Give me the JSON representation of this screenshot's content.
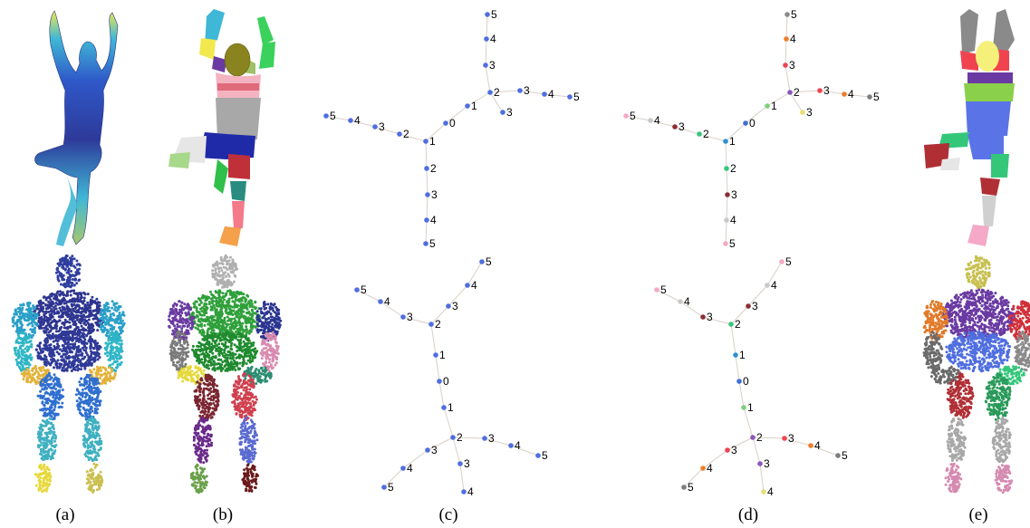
{
  "captions": {
    "a": "(a)",
    "b": "(b)",
    "c": "(c)",
    "d": "(d)",
    "e": "(e)"
  },
  "colors": {
    "base_blue": "#4f6ee0",
    "edge": "#d9d0c7",
    "body_dark": "#2e3a9a",
    "cyan": "#3fb7d6",
    "yellow": "#f2e94e",
    "olive": "#7f7a12",
    "gray": "#9a9a9a",
    "pink": "#f4a9b8",
    "red": "#c0303a",
    "green": "#3ad15c",
    "purple": "#6a3aa2",
    "orange": "#f59a4a"
  },
  "skeleton_c_top": {
    "nodes": [
      {
        "label": "5",
        "color": "#4f6ee0"
      },
      {
        "label": "4",
        "color": "#4f6ee0"
      },
      {
        "label": "3",
        "color": "#4f6ee0"
      },
      {
        "label": "2",
        "color": "#4f6ee0"
      },
      {
        "label": "1",
        "color": "#4f6ee0"
      },
      {
        "label": "0",
        "color": "#4f6ee0"
      },
      {
        "label": "3",
        "color": "#4f6ee0"
      },
      {
        "label": "4",
        "color": "#4f6ee0"
      },
      {
        "label": "5",
        "color": "#4f6ee0"
      },
      {
        "label": "3",
        "color": "#4f6ee0"
      },
      {
        "label": "5",
        "color": "#4f6ee0"
      },
      {
        "label": "4",
        "color": "#4f6ee0"
      },
      {
        "label": "3",
        "color": "#4f6ee0"
      },
      {
        "label": "2",
        "color": "#4f6ee0"
      },
      {
        "label": "1",
        "color": "#4f6ee0"
      },
      {
        "label": "2",
        "color": "#4f6ee0"
      },
      {
        "label": "3",
        "color": "#4f6ee0"
      },
      {
        "label": "4",
        "color": "#4f6ee0"
      },
      {
        "label": "5",
        "color": "#4f6ee0"
      }
    ]
  },
  "skeleton_d_top": {
    "nodes": [
      {
        "label": "5",
        "color": "#8a8a8a"
      },
      {
        "label": "4",
        "color": "#f07c2a"
      },
      {
        "label": "3",
        "color": "#f0434f"
      },
      {
        "label": "2",
        "color": "#8b56b8"
      },
      {
        "label": "1",
        "color": "#7ed07a"
      },
      {
        "label": "0",
        "color": "#3d6fd6"
      },
      {
        "label": "3",
        "color": "#f0434f"
      },
      {
        "label": "4",
        "color": "#f07c2a"
      },
      {
        "label": "5",
        "color": "#7d7d7d"
      },
      {
        "label": "3",
        "color": "#e6e070"
      },
      {
        "label": "5",
        "color": "#f4a9c6"
      },
      {
        "label": "4",
        "color": "#c8c8c8"
      },
      {
        "label": "3",
        "color": "#8b2f35"
      },
      {
        "label": "2",
        "color": "#34c77a"
      },
      {
        "label": "1",
        "color": "#2f8fd1"
      },
      {
        "label": "2",
        "color": "#34c77a"
      },
      {
        "label": "3",
        "color": "#8b2f35"
      },
      {
        "label": "4",
        "color": "#c8c8c8"
      },
      {
        "label": "5",
        "color": "#f4a9c6"
      }
    ]
  },
  "skeleton_c_bottom": {
    "nodes": [
      {
        "label": "5",
        "color": "#4f6ee0"
      },
      {
        "label": "4",
        "color": "#4f6ee0"
      },
      {
        "label": "3",
        "color": "#4f6ee0"
      },
      {
        "label": "5",
        "color": "#4f6ee0"
      },
      {
        "label": "4",
        "color": "#4f6ee0"
      },
      {
        "label": "3",
        "color": "#4f6ee0"
      },
      {
        "label": "2",
        "color": "#4f6ee0"
      },
      {
        "label": "1",
        "color": "#4f6ee0"
      },
      {
        "label": "0",
        "color": "#4f6ee0"
      },
      {
        "label": "1",
        "color": "#4f6ee0"
      },
      {
        "label": "2",
        "color": "#4f6ee0"
      },
      {
        "label": "3",
        "color": "#4f6ee0"
      },
      {
        "label": "4",
        "color": "#4f6ee0"
      },
      {
        "label": "5",
        "color": "#4f6ee0"
      },
      {
        "label": "3",
        "color": "#4f6ee0"
      },
      {
        "label": "4",
        "color": "#4f6ee0"
      },
      {
        "label": "5",
        "color": "#4f6ee0"
      },
      {
        "label": "3",
        "color": "#4f6ee0"
      },
      {
        "label": "4",
        "color": "#4f6ee0"
      }
    ]
  },
  "skeleton_d_bottom": {
    "nodes": [
      {
        "label": "5",
        "color": "#f4a9c6"
      },
      {
        "label": "4",
        "color": "#c8c8c8"
      },
      {
        "label": "3",
        "color": "#8b2f35"
      },
      {
        "label": "5",
        "color": "#f4a9c6"
      },
      {
        "label": "4",
        "color": "#c8c8c8"
      },
      {
        "label": "3",
        "color": "#8b2f35"
      },
      {
        "label": "2",
        "color": "#34c77a"
      },
      {
        "label": "1",
        "color": "#2f8fd1"
      },
      {
        "label": "0",
        "color": "#3d6fd6"
      },
      {
        "label": "1",
        "color": "#7ed07a"
      },
      {
        "label": "2",
        "color": "#8b56b8"
      },
      {
        "label": "3",
        "color": "#f0434f"
      },
      {
        "label": "4",
        "color": "#f07c2a"
      },
      {
        "label": "5",
        "color": "#7d7d7d"
      },
      {
        "label": "3",
        "color": "#f0434f"
      },
      {
        "label": "4",
        "color": "#f07c2a"
      },
      {
        "label": "5",
        "color": "#7d7d7d"
      },
      {
        "label": "3",
        "color": "#8b56b8"
      },
      {
        "label": "4",
        "color": "#e6e070"
      }
    ]
  }
}
